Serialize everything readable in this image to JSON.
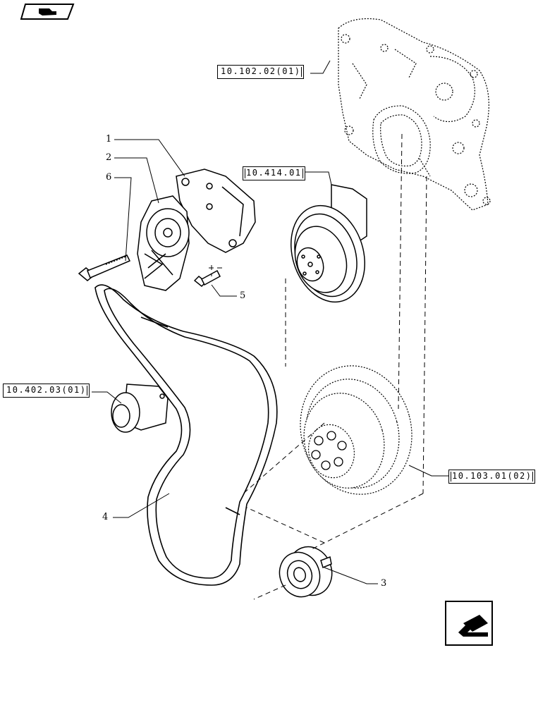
{
  "toolbar": {
    "icon": "book-with-arrow-icon"
  },
  "references": {
    "front_cover": "10.102.02(01)",
    "water_pump": "10.414.01",
    "idler_assembly": "10.402.03(01)",
    "damper": "10.103.01(02)"
  },
  "callouts": {
    "c1": "1",
    "c2": "2",
    "c6": "6",
    "c5": "5",
    "c4": "4",
    "c3": "3"
  },
  "nav": {
    "icon": "return-arrow-icon"
  }
}
